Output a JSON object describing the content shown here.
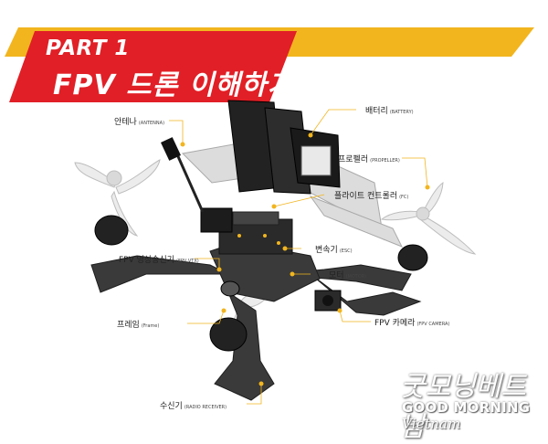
{
  "header": {
    "part_label": "PART 1",
    "title": "FPV 드론 이해하기",
    "colors": {
      "stripe": "#f2b51e",
      "banner": "#e11f26",
      "text": "#ffffff"
    }
  },
  "callouts": {
    "antenna": {
      "ko": "안테나",
      "en": "(ANTENNA)"
    },
    "battery": {
      "ko": "배터리",
      "en": "(BATTERY)"
    },
    "propeller": {
      "ko": "프로펠러",
      "en": "(PROPELLER)"
    },
    "fc": {
      "ko": "플라이트 컨트롤러",
      "en": "(FC)"
    },
    "esc": {
      "ko": "변속기",
      "en": "(ESC)"
    },
    "vtx": {
      "ko": "FPV 영상송신기",
      "en": "(FPV VTX)"
    },
    "motor": {
      "ko": "모터",
      "en": "(MOTOR)"
    },
    "frame": {
      "ko": "프레임",
      "en": "(Frame)"
    },
    "camera": {
      "ko": "FPV 카메라",
      "en": "(FPV CAMERA)"
    },
    "receiver": {
      "ko": "수신기",
      "en": "(RADIO RECEIVER)"
    }
  },
  "leader_color": "#f2b51e",
  "watermark": {
    "ko": "굿모닝베트남",
    "en_main": "GOOD MORNING",
    "en_script": "Vietnam"
  }
}
